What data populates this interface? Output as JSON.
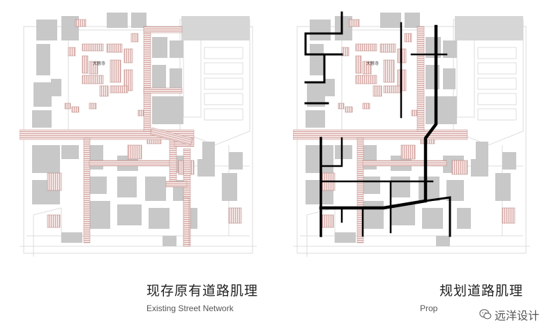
{
  "left": {
    "temple_label": "大慈寺",
    "caption_zh": "现存原有道路肌理",
    "caption_en": "Existing Street Network"
  },
  "right": {
    "temple_label": "大慈寺",
    "caption_zh": "规划道路肌理",
    "caption_en": "Prop"
  },
  "watermark": {
    "text": "远洋设计",
    "icon": "wechat-icon"
  },
  "colors": {
    "road_pattern": "#c98c88",
    "building": "#c8c8c8",
    "new_road": "#000000"
  }
}
